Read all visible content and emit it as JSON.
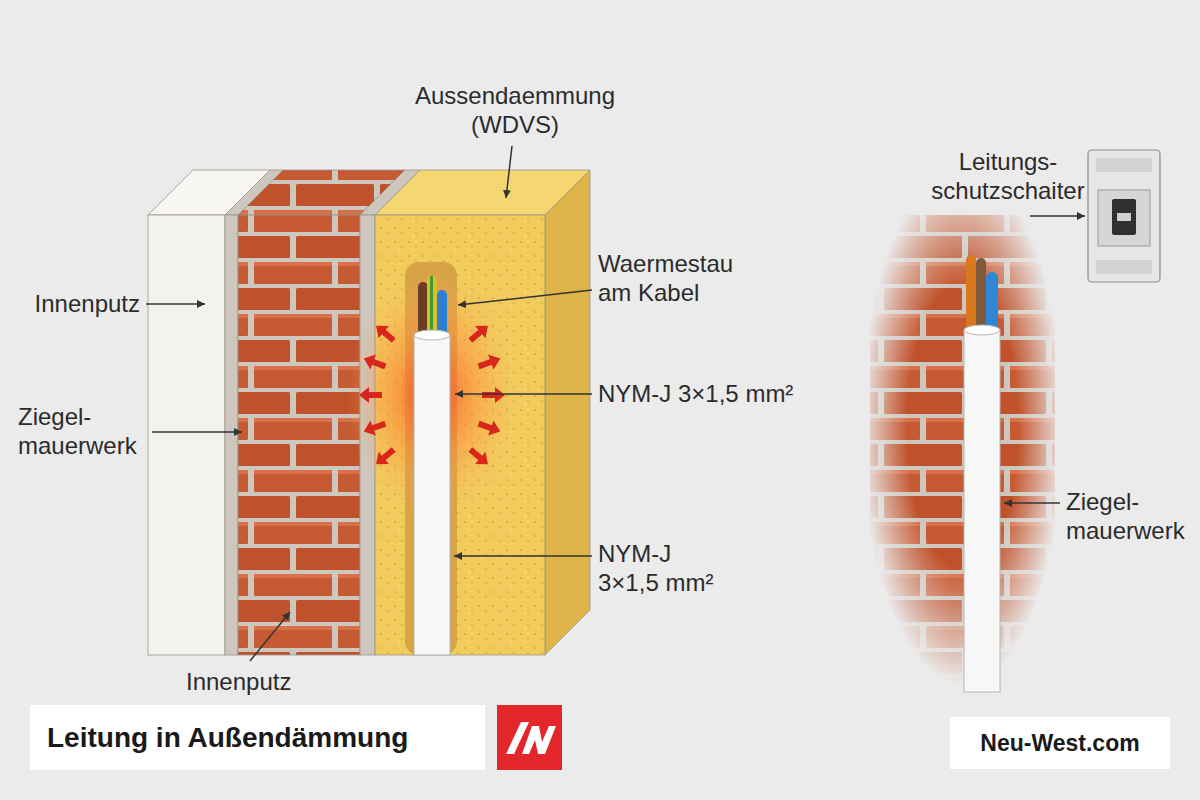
{
  "diagram": {
    "title": "Leitung in Außendämmung",
    "nodes": [
      {
        "text": [
          "Neu-West.com"
        ]
      }
    ],
    "labels": [
      "Aussendaemmung (WDVS)",
      "Innenputz",
      "Waermestau am Kabel",
      "NYM-J 3×1,5 mm²",
      "Ziegel- mauerwerk",
      "NYM-J 3×1,5 mm²",
      "Innenputz",
      "Leitungs- schutzschaiter",
      "Ziegel- mauerwerk"
    ]
  }
}
